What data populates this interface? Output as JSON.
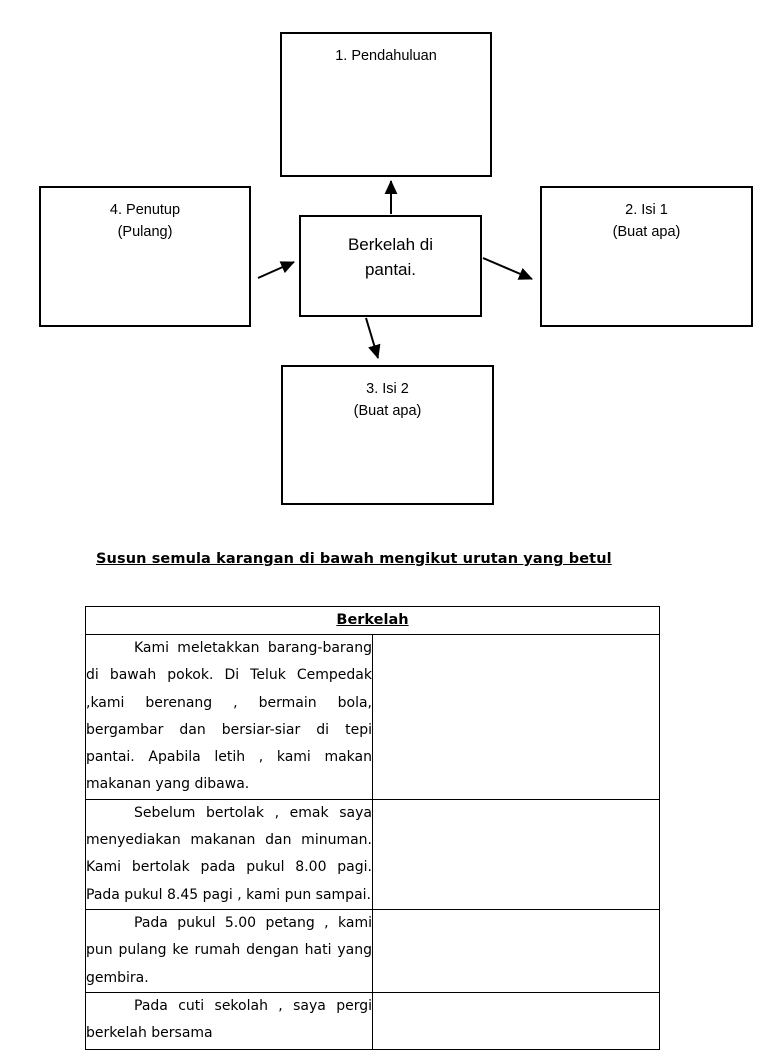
{
  "diagram": {
    "center": {
      "lines": [
        "Berkelah di",
        "pantai."
      ]
    },
    "nodes": [
      {
        "id": "pendahuluan",
        "lines": [
          "1.  Pendahuluan"
        ]
      },
      {
        "id": "isi1",
        "lines": [
          "2. Isi 1",
          "(Buat apa)"
        ]
      },
      {
        "id": "isi2",
        "lines": [
          "3. Isi 2",
          "(Buat apa)"
        ]
      },
      {
        "id": "penutup",
        "lines": [
          "4. Penutup",
          "(Pulang)"
        ]
      }
    ]
  },
  "instruction": "Susun semula karangan di bawah mengikut urutan yang betul",
  "table": {
    "title": "Berkelah",
    "rows": [
      {
        "text": "Kami meletakkan barang-barang di bawah pokok. Di Teluk Cempedak ,kami berenang ,  bermain bola, bergambar dan bersiar-siar di tepi pantai. Apabila letih , kami makan makanan yang dibawa.",
        "answer": ""
      },
      {
        "text": "Sebelum bertolak , emak saya menyediakan makanan dan minuman. Kami bertolak pada pukul 8.00 pagi. Pada pukul 8.45 pagi , kami pun sampai.",
        "answer": ""
      },
      {
        "text": "Pada pukul 5.00 petang , kami pun pulang ke rumah dengan hati yang gembira.",
        "answer": ""
      },
      {
        "text": "Pada cuti sekolah ,  saya   pergi  berkelah  bersama",
        "answer": ""
      }
    ]
  }
}
